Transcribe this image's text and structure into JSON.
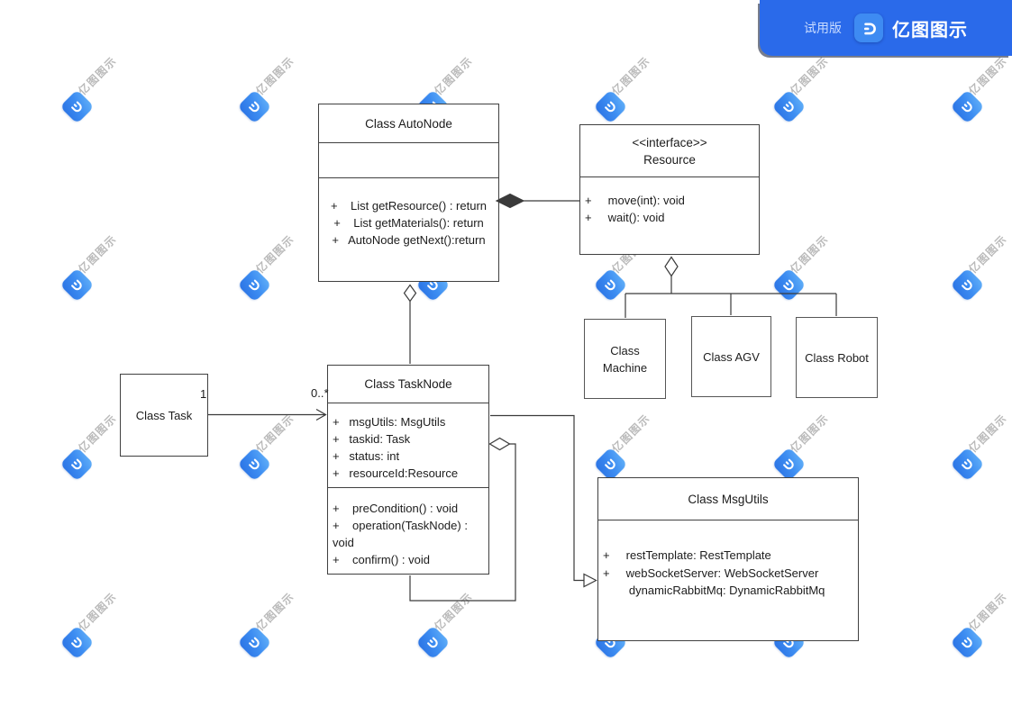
{
  "header": {
    "trial_label": "试用版",
    "brand": "亿图图示",
    "colors": {
      "bar": "#2a6aea",
      "logo_bg": "#3e8bf2"
    }
  },
  "watermark": {
    "text": "亿图图示"
  },
  "classes": {
    "autonode": {
      "title": "Class AutoNode",
      "methods": [
        "+    List getResource() : return",
        "+    List getMaterials(): return",
        "+   AutoNode getNext():return"
      ]
    },
    "resource": {
      "stereotype": "<<interface>>",
      "title": "Resource",
      "methods": [
        "+     move(int): void",
        "+     wait(): void"
      ]
    },
    "machine": {
      "title": "Class Machine"
    },
    "agv": {
      "title": "Class AGV"
    },
    "robot": {
      "title": "Class Robot"
    },
    "task": {
      "title": "Class Task"
    },
    "tasknode": {
      "title": "Class TaskNode",
      "attributes": [
        "+   msgUtils: MsgUtils",
        "+   taskid: Task",
        "+   status: int",
        "+   resourceId:Resource"
      ],
      "methods": [
        "+    preCondition() : void",
        "+    operation(TaskNode) : void",
        "+    confirm() : void"
      ]
    },
    "msgutils": {
      "title": "Class MsgUtils",
      "attributes": [
        "+     restTemplate: RestTemplate",
        "+     webSocketServer: WebSocketServer",
        "        dynamicRabbitMq: DynamicRabbitMq"
      ]
    }
  },
  "labels": {
    "task_multiplicity": "1",
    "tasknode_multiplicity": "0..*"
  }
}
